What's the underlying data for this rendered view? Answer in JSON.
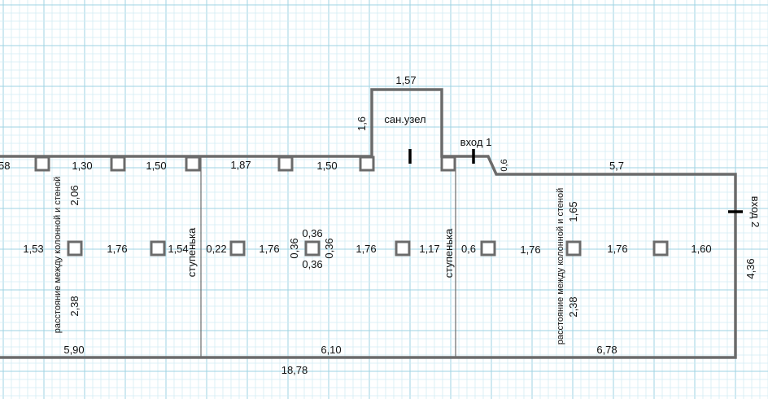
{
  "labels": {
    "wc_width": "1,57",
    "wc_height": "1,6",
    "wc_name": "сан.узел",
    "entrance_1": "вход 1",
    "entrance_2": "вход 2",
    "step_offset": "0,6",
    "right_top_width": "5,7",
    "right_height": "4,36",
    "edge_fragment": "58",
    "top_span_1": "1,30",
    "top_span_2": "1,50",
    "top_span_3": "1,87",
    "top_span_4": "1,50",
    "col_wall_dist_left": "2,06",
    "col_wall_note_left": "расстояние между колонной и стеной",
    "col_wall_dist_right_top": "1,65",
    "col_wall_note_right": "расстояние между колонной и стеной",
    "col_wall_dist_left_bottom": "2,38",
    "col_wall_dist_right_bottom": "2,38",
    "step_left": "ступенька",
    "step_right": "ступенька",
    "row_span_1": "1,53",
    "row_span_2": "1,76",
    "row_span_3": "1,54",
    "row_span_4": "0,22",
    "row_span_5": "1,76",
    "column_size_top": "0,36",
    "column_size_left": "0,36",
    "column_size_right": "0,36",
    "column_size_bottom": "0,36",
    "row_span_6": "1,76",
    "row_span_7": "1,17",
    "row_span_8": "0,6",
    "row_span_9": "1,76",
    "row_span_10": "1,76",
    "row_span_11": "1,60",
    "bottom_span_1": "5,90",
    "bottom_span_2": "6,10",
    "bottom_span_3": "6,78",
    "total_length": "18,78"
  },
  "colors": {
    "grid_major": "#9fd3e3",
    "grid_minor": "#d3ecf4",
    "wall": "#6b6b6b",
    "door": "#000000"
  }
}
